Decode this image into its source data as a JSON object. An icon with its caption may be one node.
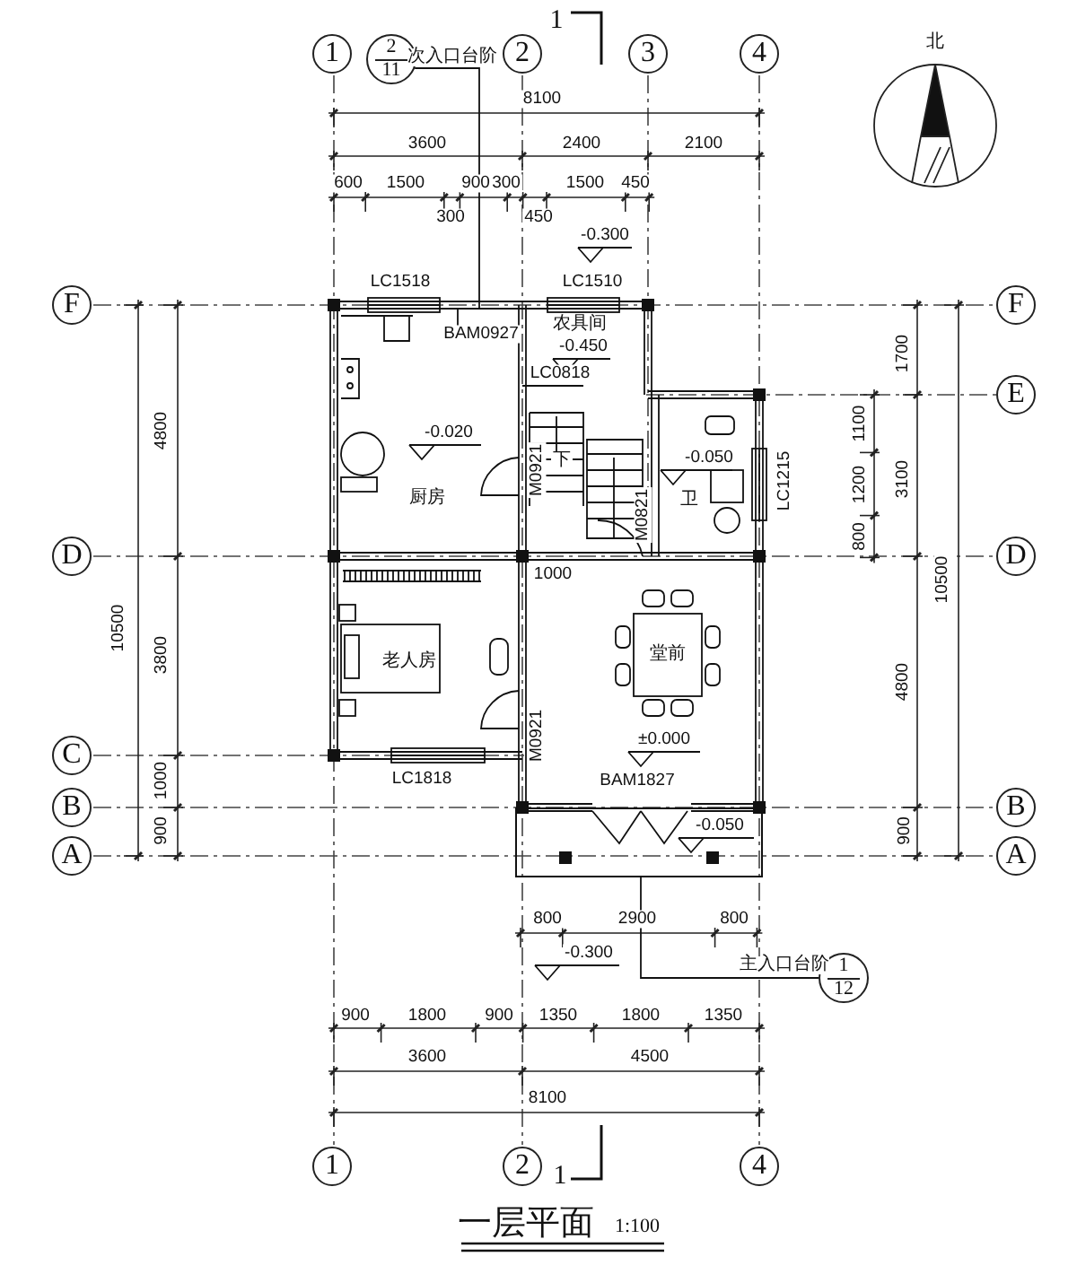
{
  "diagram": {
    "title": "一层平面",
    "nodes": [
      {
        "text": [
          "1"
        ]
      },
      {
        "text": [
          "2",
          "11"
        ]
      },
      {
        "text": [
          "2"
        ]
      },
      {
        "text": [
          "3"
        ]
      },
      {
        "text": [
          "4"
        ]
      },
      {
        "text": [
          "F"
        ]
      },
      {
        "text": [
          "F"
        ]
      },
      {
        "text": [
          "E"
        ]
      },
      {
        "text": [
          "D"
        ]
      },
      {
        "text": [
          "D"
        ]
      },
      {
        "text": [
          "C"
        ]
      },
      {
        "text": [
          "B"
        ]
      },
      {
        "text": [
          "B"
        ]
      },
      {
        "text": [
          "A"
        ]
      },
      {
        "text": [
          "A"
        ]
      },
      {
        "text": [
          "1",
          "12"
        ]
      },
      {
        "text": [
          "1"
        ]
      },
      {
        "text": [
          "2"
        ]
      },
      {
        "text": [
          "4"
        ]
      },
      {
        "text": [],
        "shape": "box"
      }
    ],
    "edges": [
      {
        "from": 1,
        "to": null,
        "arrow": "none",
        "label": "次入口台阶"
      },
      {
        "from": 15,
        "to": 19,
        "arrow": "none",
        "label": "主入口台阶"
      }
    ],
    "labels": [
      "1",
      "北",
      "8100",
      "3600",
      "2400",
      "2100",
      "600",
      "1500",
      "900",
      "300",
      "1500",
      "450",
      "300",
      "450",
      "-0.300",
      "LC1518",
      "LC1510",
      "1700",
      "4800",
      "BAM0927",
      "农具间",
      "-0.450",
      "LC0818",
      "1100",
      "-0.020",
      "下",
      "-0.050",
      "M0921",
      "LC1215",
      "1200",
      "3100",
      "厨房",
      "卫",
      "M0821",
      "800",
      "1000",
      "10500",
      "10500",
      "堂前",
      "3800",
      "老人房",
      "4800",
      "M0921",
      "±0.000",
      "1000",
      "LC1818",
      "BAM1827",
      "-0.050",
      "900",
      "900",
      "800",
      "2900",
      "800",
      "-0.300",
      "900",
      "1800",
      "900",
      "1350",
      "1800",
      "1350",
      "3600",
      "4500",
      "8100",
      "1",
      "1:100"
    ]
  }
}
